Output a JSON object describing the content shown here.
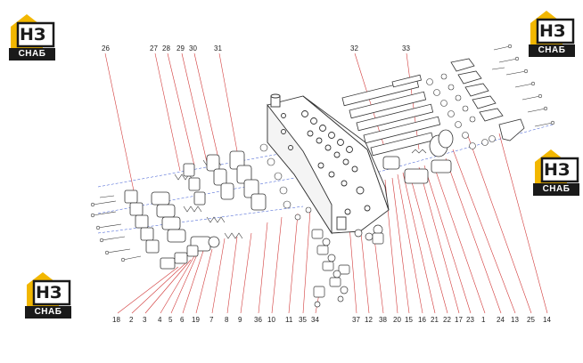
{
  "logo": {
    "mark": "НЗ",
    "band": "СНАБ"
  },
  "callouts_top": [
    "26",
    "27",
    "28",
    "29",
    "30",
    "31",
    "32",
    "33"
  ],
  "callouts_bottom": [
    "18",
    "2",
    "3",
    "4",
    "5",
    "6",
    "19",
    "7",
    "8",
    "9",
    "36",
    "10",
    "11",
    "35",
    "34",
    "37",
    "12",
    "38",
    "20",
    "15",
    "16",
    "21",
    "22",
    "17",
    "23",
    "1",
    "24",
    "13",
    "25",
    "14"
  ],
  "colors": {
    "accent": "#f2b700",
    "line_red": "#d23b3b",
    "line_blue": "#2f4fd0",
    "ink": "#222222"
  }
}
